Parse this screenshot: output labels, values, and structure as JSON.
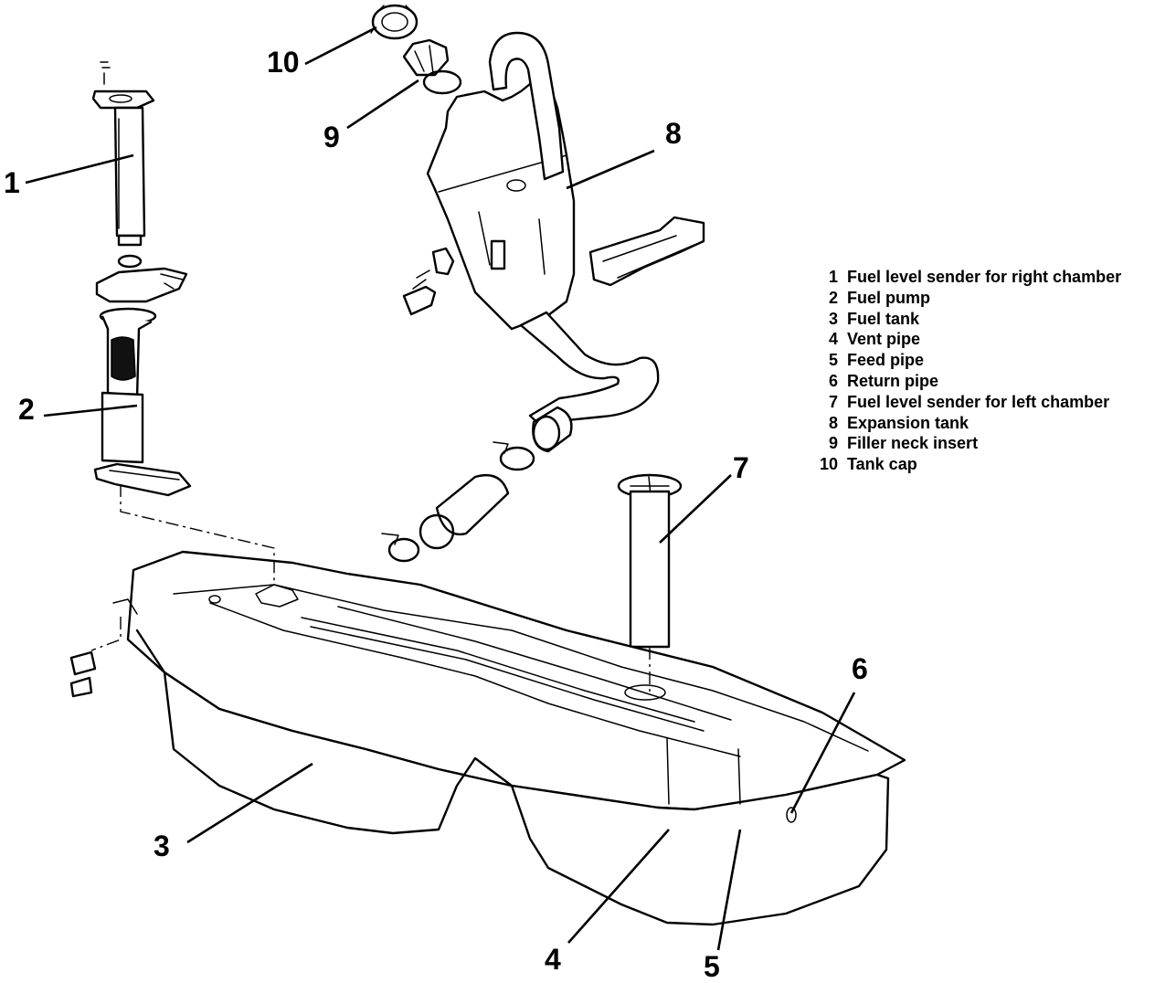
{
  "callouts": {
    "c1": "1",
    "c2": "2",
    "c3": "3",
    "c4": "4",
    "c5": "5",
    "c6": "6",
    "c7": "7",
    "c8": "8",
    "c9": "9",
    "c10": "10"
  },
  "legend": [
    {
      "num": "1",
      "label": "Fuel level sender for right chamber"
    },
    {
      "num": "2",
      "label": "Fuel pump"
    },
    {
      "num": "3",
      "label": "Fuel tank"
    },
    {
      "num": "4",
      "label": "Vent pipe"
    },
    {
      "num": "5",
      "label": "Feed pipe"
    },
    {
      "num": "6",
      "label": "Return pipe"
    },
    {
      "num": "7",
      "label": "Fuel level sender for left chamber"
    },
    {
      "num": "8",
      "label": "Expansion tank"
    },
    {
      "num": "9",
      "label": "Filler neck insert"
    },
    {
      "num": "10",
      "label": "Tank cap"
    }
  ]
}
